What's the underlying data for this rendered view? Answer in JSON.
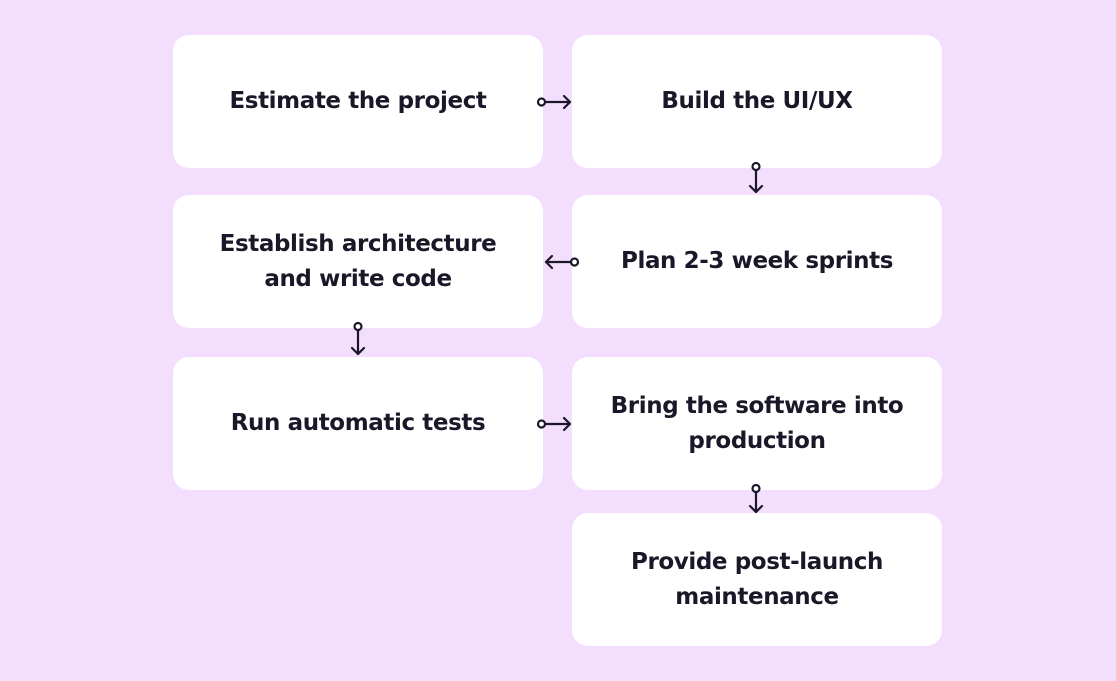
{
  "background_color": "#f3dffd",
  "card_color": "#ffffff",
  "text_color": "#1c1728",
  "steps": [
    {
      "label": "Estimate the project"
    },
    {
      "label": "Build the UI/UX"
    },
    {
      "label": "Plan 2-3 week sprints"
    },
    {
      "label": "Establish architecture and write code"
    },
    {
      "label": "Run automatic tests"
    },
    {
      "label": "Bring the software into production"
    },
    {
      "label": "Provide post-launch maintenance"
    }
  ],
  "connectors": [
    {
      "from": "Estimate the project",
      "to": "Build the UI/UX",
      "direction": "right"
    },
    {
      "from": "Build the UI/UX",
      "to": "Plan 2-3 week sprints",
      "direction": "down"
    },
    {
      "from": "Plan 2-3 week sprints",
      "to": "Establish architecture and write code",
      "direction": "left"
    },
    {
      "from": "Establish architecture and write code",
      "to": "Run automatic tests",
      "direction": "down"
    },
    {
      "from": "Run automatic tests",
      "to": "Bring the software into production",
      "direction": "right"
    },
    {
      "from": "Bring the software into production",
      "to": "Provide post-launch maintenance",
      "direction": "down"
    }
  ]
}
